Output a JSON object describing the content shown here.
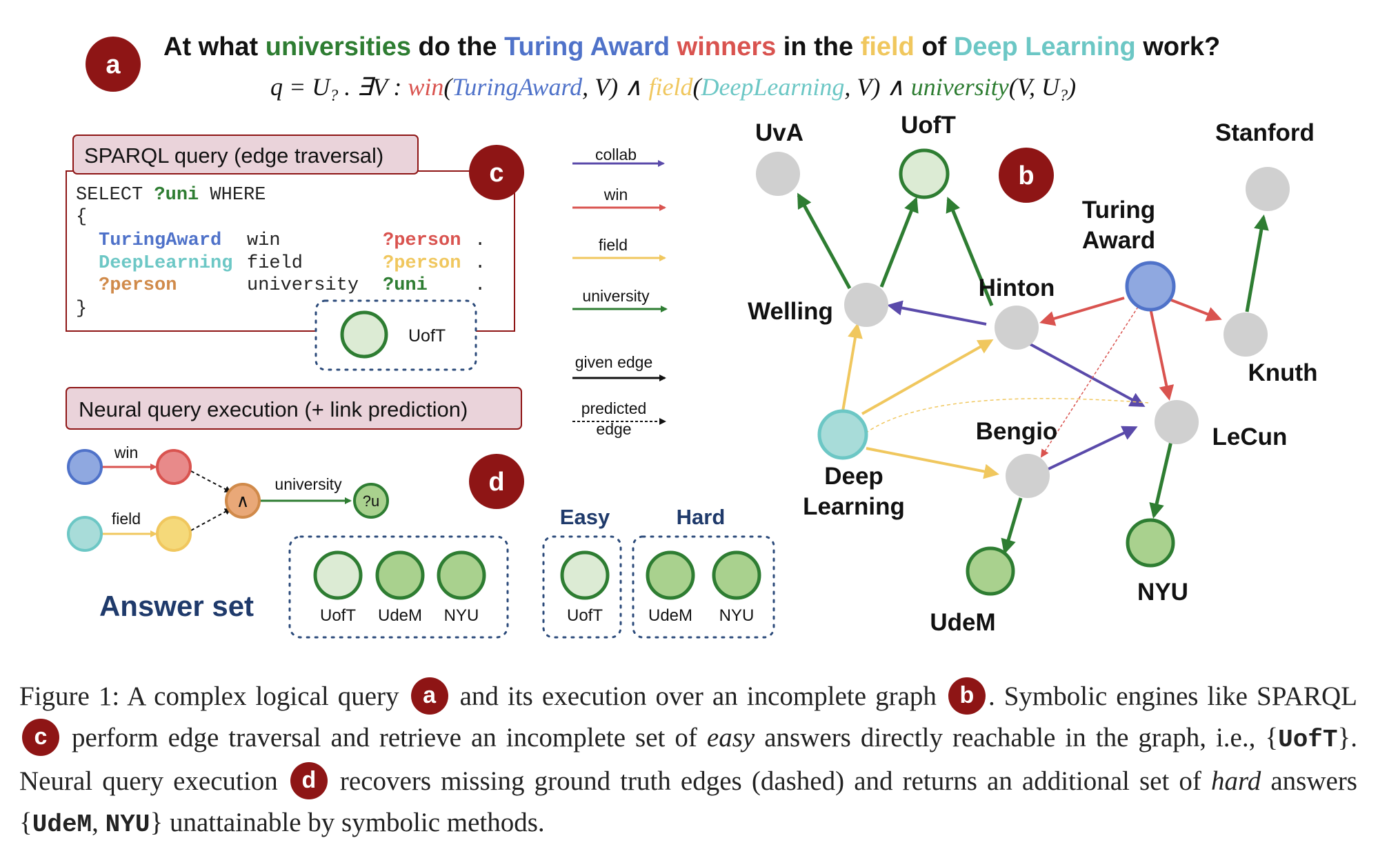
{
  "colors": {
    "badge": "#8e1515",
    "win": "#d9534f",
    "field": "#f0c75e",
    "university": "#2e7d32",
    "turing": "#4f72c9",
    "deep": "#6cc7c5",
    "collab": "#5a4aaa",
    "node": "#d0d0d0",
    "answer_easy": "#dcebd4",
    "answer_hard": "#a9d18e",
    "panel": "#ead3da"
  },
  "badges": {
    "a": "a",
    "b": "b",
    "c": "c",
    "d": "d"
  },
  "question": {
    "w1": "At what ",
    "universities": "universities",
    "w2": " do the ",
    "turing": "Turing Award",
    "w3": " ",
    "winners": "winners",
    "w4": " in the ",
    "field": "field",
    "w5": " of ",
    "deep": "Deep Learning",
    "w6": " work?"
  },
  "formula": {
    "q": "q = U",
    "sub1": "?",
    "mid": " . ∃V : ",
    "win": "win",
    "p1": "(",
    "turing": "TuringAward",
    "p2": ", V) ∧ ",
    "field": "field",
    "p3": "(",
    "deep": "DeepLearning",
    "p4": ", V) ∧ ",
    "university": "university",
    "p5": "(V, U",
    "sub2": "?",
    "p6": ")"
  },
  "sparql": {
    "title": "SPARQL query (edge traversal)",
    "select": "SELECT ",
    "uni_var": "?uni",
    "where": " WHERE",
    "open": "{",
    "close": "}",
    "r1": {
      "s": "TuringAward",
      "p": "win",
      "o": "?person",
      "end": "."
    },
    "r2": {
      "s": "DeepLearning",
      "p": "field",
      "o": "?person",
      "end": "."
    },
    "r3": {
      "s": "?person",
      "p": "university",
      "o": "?uni",
      "end": "."
    },
    "result": "UofT"
  },
  "legend": {
    "collab": "collab",
    "win": "win",
    "field": "field",
    "university": "university",
    "given": "given edge",
    "predicted1": "predicted",
    "predicted2": "edge"
  },
  "neural": {
    "title": "Neural query execution (+ link prediction)",
    "win": "win",
    "field": "field",
    "university": "university",
    "and": "∧",
    "target": "?u",
    "answer_set": "Answer set",
    "answers": [
      "UofT",
      "UdeM",
      "NYU"
    ]
  },
  "easy_hard": {
    "easy": "Easy",
    "hard": "Hard",
    "easy_answers": [
      "UofT"
    ],
    "hard_answers": [
      "UdeM",
      "NYU"
    ]
  },
  "graph": {
    "UvA": "UvA",
    "UofT": "UofT",
    "Stanford": "Stanford",
    "Turing1": "Turing",
    "Turing2": "Award",
    "Hinton": "Hinton",
    "Welling": "Welling",
    "Knuth": "Knuth",
    "LeCun": "LeCun",
    "Bengio": "Bengio",
    "Deep1": "Deep",
    "Deep2": "Learning",
    "NYU": "NYU",
    "UdeM": "UdeM"
  },
  "caption": {
    "t1": "Figure 1:  A complex logical query ",
    "t2": " and its execution over an incomplete graph ",
    "t3": ". Symbolic engines like SPARQL ",
    "t4": " perform edge traversal and retrieve an incomplete set of ",
    "easy": "easy",
    "t5": " answers directly reachable in the graph, i.e., {",
    "uoft": "UofT",
    "t6": "}.  Neural query execution ",
    "t7": " recovers missing ground truth edges (dashed) and returns an additional set of ",
    "hard": "hard",
    "t8": " answers {",
    "udem": "UdeM",
    "t9": ", ",
    "nyu": "NYU",
    "t10": "} unattainable by symbolic methods."
  }
}
